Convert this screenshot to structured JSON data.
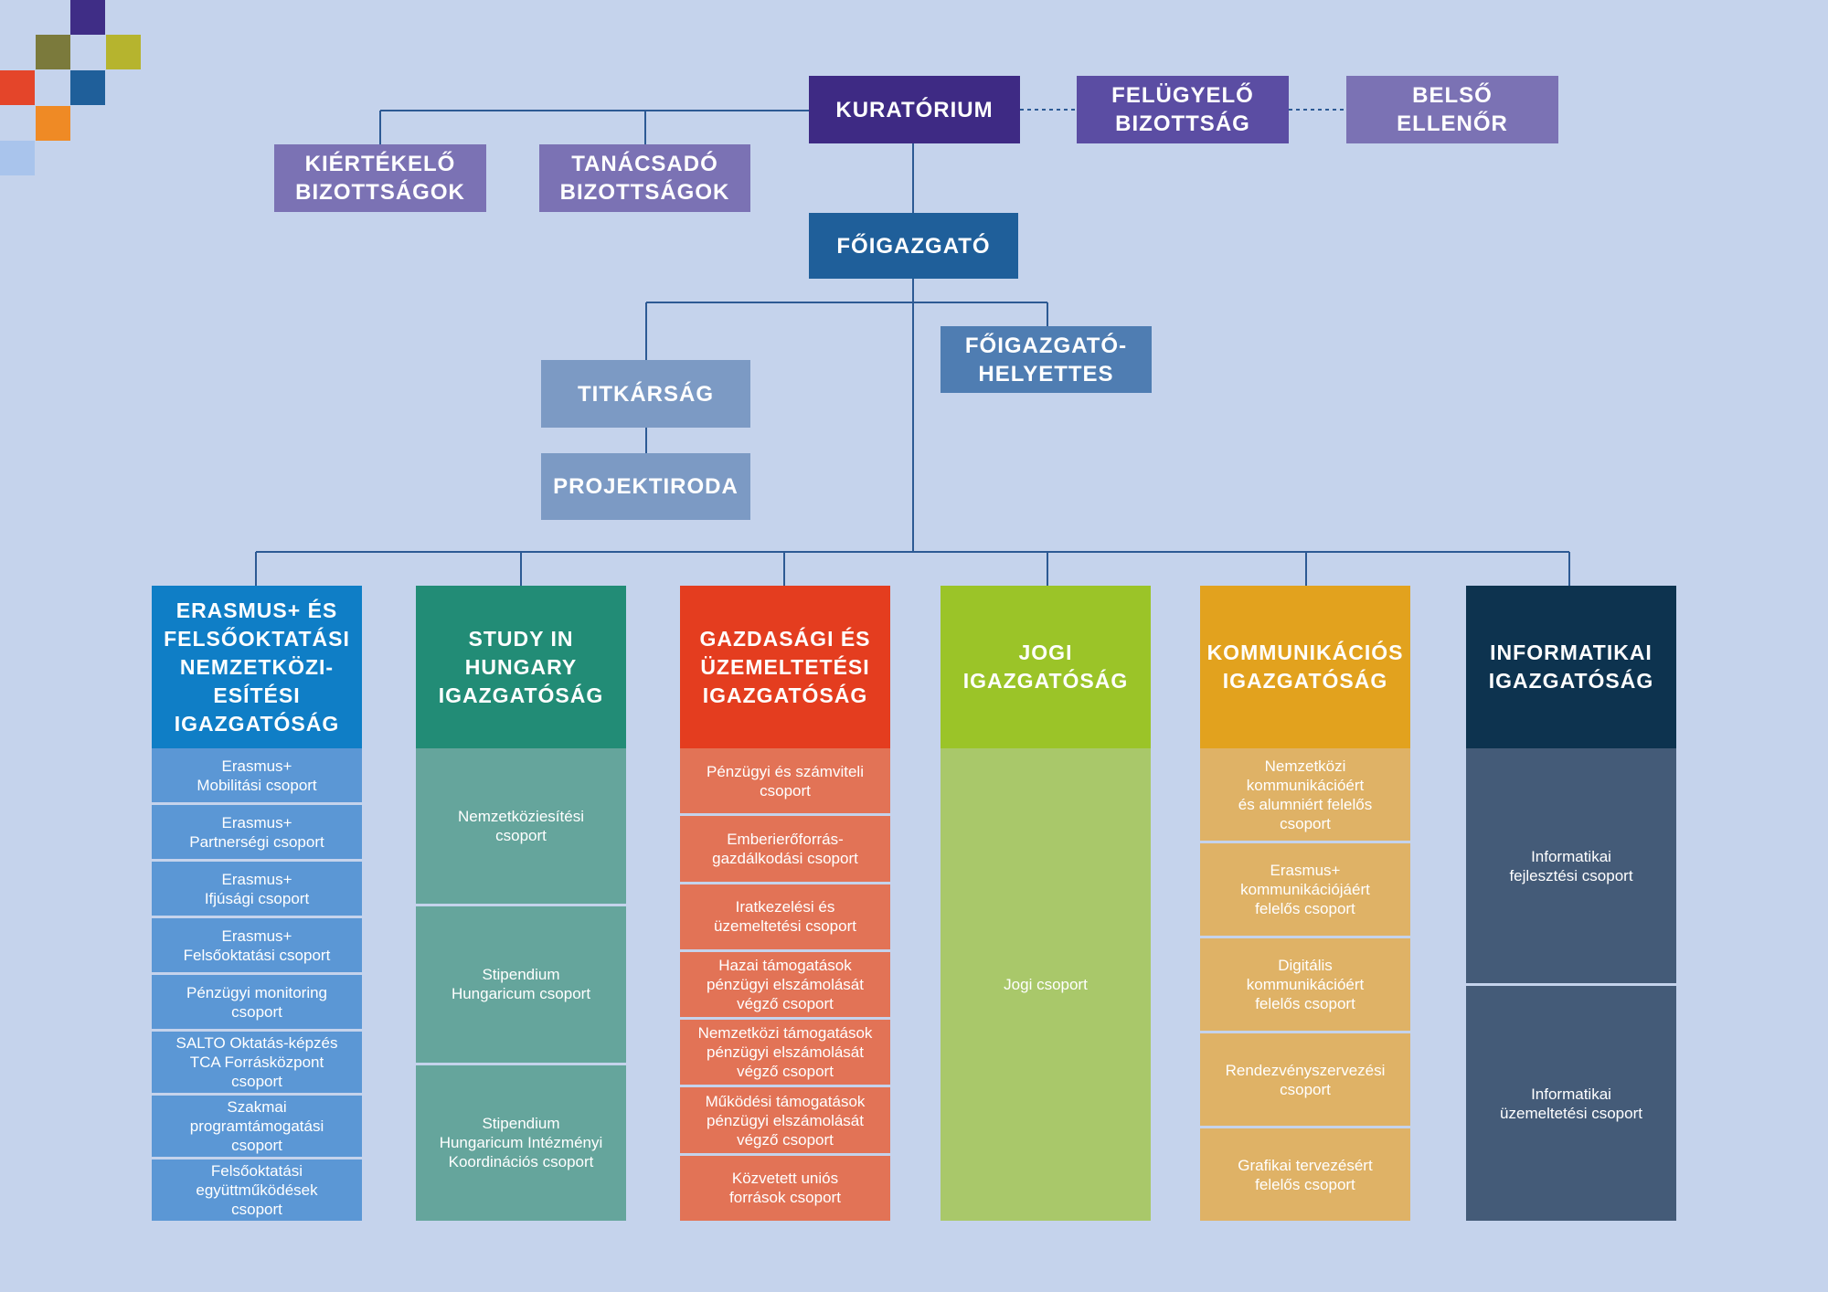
{
  "colors": {
    "background": "#c5d3ec",
    "line": "#2d5a94",
    "kuratorium": "#3e2a84",
    "felugyelo": "#5b4da3",
    "committees": "#7b72b4",
    "foigazgato": "#1f5f9a",
    "helyettes": "#4f7db2",
    "titkarsag": "#7c9ac4"
  },
  "decor": {
    "squares": [
      "#3f2d86",
      "#7b7a3c",
      "#b6b42e",
      "#e4452a",
      "#1f5f9a",
      "#ef8a25",
      "#a9c4ec"
    ]
  },
  "top": {
    "kuratorium": "KURATÓRIUM",
    "felugyelo": "FELÜGYELŐ\nBIZOTTSÁG",
    "belso": "BELSŐ\nELLENŐR",
    "kiertekelo": "KIÉRTÉKELŐ\nBIZOTTSÁGOK",
    "tanacsado": "TANÁCSADÓ\nBIZOTTSÁGOK",
    "foigazgato": "FŐIGAZGATÓ",
    "helyettes": "FŐIGAZGATÓ-\nHELYETTES",
    "titkarsag": "TITKÁRSÁG",
    "projektiroda": "PROJEKTIRODA"
  },
  "directorates": [
    {
      "title": "ERASMUS+ ÉS\nFELSŐOKTATÁSI\nNEMZETKÖZI-\nESÍTÉSI\nIGAZGATÓSÁG",
      "head_color": "#0f7ec6",
      "group_color": "#5b97d5",
      "groups": [
        "Erasmus+\nMobilitási csoport",
        "Erasmus+\nPartnerségi csoport",
        "Erasmus+\nIfjúsági csoport",
        "Erasmus+\nFelsőoktatási csoport",
        "Pénzügyi monitoring\ncsoport",
        "SALTO Oktatás-képzés\nTCA Forrásközpont\ncsoport",
        "Szakmai\nprogramtámogatási\ncsoport",
        "Felsőoktatási\negyüttműködések\ncsoport"
      ]
    },
    {
      "title": "STUDY IN\nHUNGARY\nIGAZGATÓSÁG",
      "head_color": "#228c76",
      "group_color": "#65a59c",
      "groups": [
        "Nemzetköziesítési\ncsoport",
        "Stipendium\nHungaricum csoport",
        "Stipendium\nHungaricum Intézményi\nKoordinációs csoport"
      ]
    },
    {
      "title": "GAZDASÁGI ÉS\nÜZEMELTETÉSI\nIGAZGATÓSÁG",
      "head_color": "#e43d1f",
      "group_color": "#e27356",
      "groups": [
        "Pénzügyi és számviteli\ncsoport",
        "Emberierőforrás-\ngazdálkodási csoport",
        "Iratkezelési és\nüzemeltetési csoport",
        "Hazai támogatások\npénzügyi elszámolását\nvégző csoport",
        "Nemzetközi támogatások\npénzügyi elszámolását\nvégző csoport",
        "Működési támogatások\npénzügyi elszámolását\nvégző csoport",
        "Közvetett uniós\nforrások csoport"
      ]
    },
    {
      "title": "JOGI\nIGAZGATÓSÁG",
      "head_color": "#9bc428",
      "group_color": "#a9c86a",
      "groups": [
        "Jogi csoport"
      ]
    },
    {
      "title": "KOMMUNIKÁCIÓS\nIGAZGATÓSÁG",
      "head_color": "#e2a21e",
      "group_color": "#dfb266",
      "groups": [
        "Nemzetközi\nkommunikációért\nés alumniért felelős\ncsoport",
        "Erasmus+\nkommunikációjáért\nfelelős csoport",
        "Digitális\nkommunikációért\nfelelős csoport",
        "Rendezvényszervezési\ncsoport",
        "Grafikai tervezésért\nfelelős csoport"
      ]
    },
    {
      "title": "INFORMATIKAI\nIGAZGATÓSÁG",
      "head_color": "#0d334f",
      "group_color": "#445b78",
      "groups": [
        "Informatikai\nfejlesztési csoport",
        "Informatikai\nüzemeltetési csoport"
      ]
    }
  ]
}
